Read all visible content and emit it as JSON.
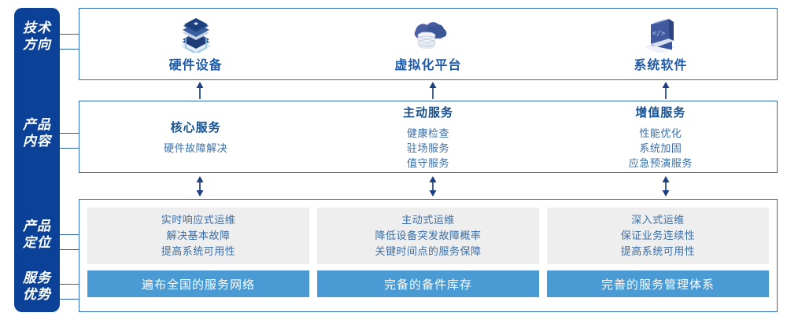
{
  "rail": {
    "items": [
      {
        "name": "technology-direction",
        "line1": "技术",
        "line2": "方向"
      },
      {
        "name": "product-content",
        "line1": "产品",
        "line2": "内容"
      },
      {
        "name": "product-positioning",
        "line1": "产品",
        "line2": "定位"
      },
      {
        "name": "service-advantage",
        "line1": "服务",
        "line2": "优势"
      }
    ],
    "color": "#0b4298"
  },
  "technology": {
    "columns": [
      {
        "icon": "server-stack-icon",
        "label": "硬件设备"
      },
      {
        "icon": "cloud-database-icon",
        "label": "虚拟化平台"
      },
      {
        "icon": "laptop-code-icon",
        "label": "系统软件"
      }
    ]
  },
  "product_content": {
    "columns": [
      {
        "title": "核心服务",
        "items": [
          "硬件故障解决"
        ]
      },
      {
        "title": "主动服务",
        "items": [
          "健康检查",
          "驻场服务",
          "值守服务"
        ]
      },
      {
        "title": "增值服务",
        "items": [
          "性能优化",
          "系统加固",
          "应急预演服务"
        ]
      }
    ]
  },
  "positioning": {
    "columns": [
      {
        "lines": [
          "实时响应式运维",
          "解决基本故障",
          "提高系统可用性"
        ]
      },
      {
        "lines": [
          "主动式运维",
          "降低设备突发故障概率",
          "关键时间点的服务保障"
        ]
      },
      {
        "lines": [
          "深入式运维",
          "保证业务连续性",
          "提高系统可用性"
        ]
      }
    ]
  },
  "advantages": {
    "bars": [
      "遍布全国的服务网络",
      "完备的备件库存",
      "完善的服务管理体系"
    ],
    "color": "#4a9ad4"
  },
  "arrows": [
    {
      "name": "arrow-up-tech-to-content",
      "direction": "up"
    },
    {
      "name": "arrow-both-content-to-bottom",
      "direction": "both"
    }
  ],
  "colors": {
    "rail": "#0b4298",
    "panel_border": "#2f6cb5",
    "heading_blue": "#17508f",
    "body_blue": "#3a6ea8",
    "accent_light_blue": "#4a9ad4",
    "gray_box": "#eeeeee"
  }
}
